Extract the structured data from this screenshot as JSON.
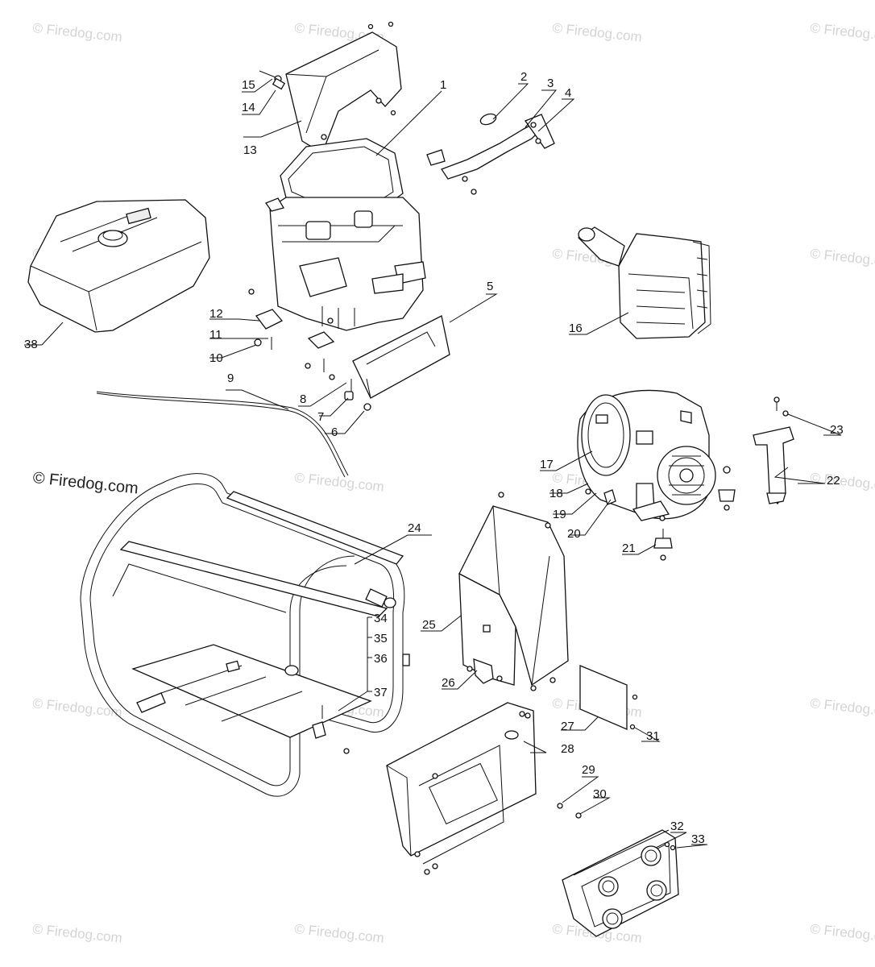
{
  "watermark": {
    "main": "© Firedog.com",
    "tile": "© Firedog.com"
  },
  "callouts": [
    "1",
    "2",
    "3",
    "4",
    "5",
    "6",
    "7",
    "8",
    "9",
    "10",
    "11",
    "12",
    "13",
    "14",
    "15",
    "16",
    "17",
    "18",
    "19",
    "20",
    "21",
    "22",
    "23",
    "24",
    "25",
    "26",
    "27",
    "28",
    "29",
    "30",
    "31",
    "32",
    "33",
    "34",
    "35",
    "36",
    "37",
    "38"
  ]
}
